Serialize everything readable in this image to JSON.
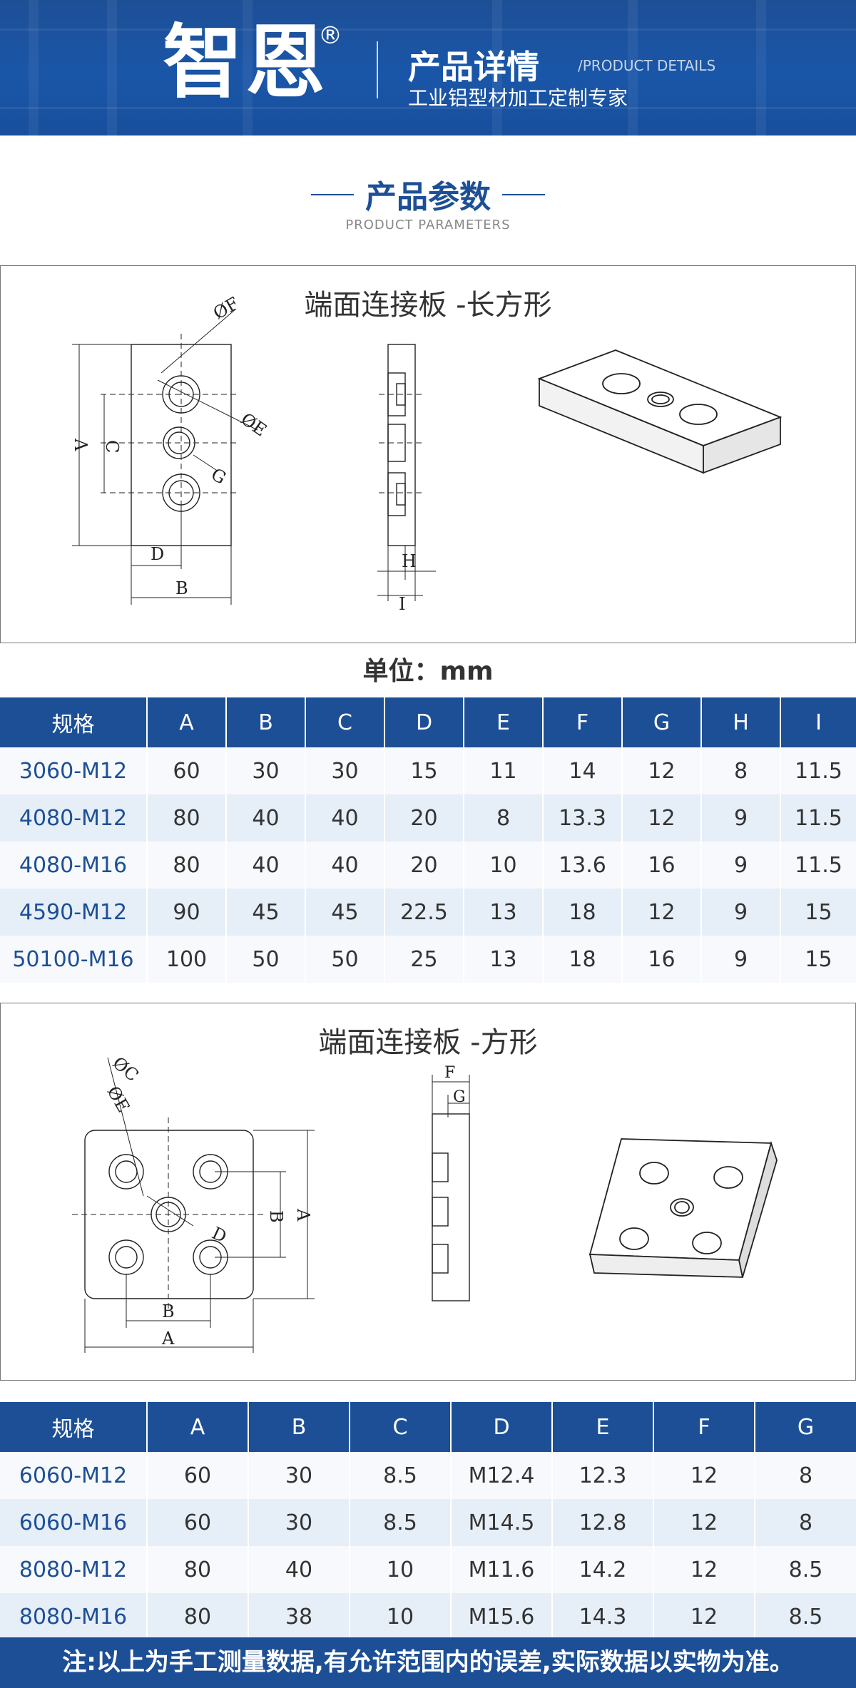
{
  "header": {
    "brand": "智恩",
    "registered": "®",
    "title": "产品详情",
    "title_en": "/PRODUCT DETAILS",
    "subtitle": "工业铝型材加工定制专家"
  },
  "section": {
    "title": "产品参数",
    "title_en": "PRODUCT PARAMETERS"
  },
  "figure1": {
    "caption": "端面连接板 -长方形",
    "labels": {
      "A": "A",
      "B": "B",
      "C": "C",
      "D": "D",
      "E": "ØE",
      "F": "ØF",
      "G": "G",
      "H": "H",
      "I": "I"
    }
  },
  "unit": "单位：mm",
  "table1": {
    "headers": [
      "规格",
      "A",
      "B",
      "C",
      "D",
      "E",
      "F",
      "G",
      "H",
      "I"
    ],
    "rows": [
      [
        "3060-M12",
        "60",
        "30",
        "30",
        "15",
        "11",
        "14",
        "12",
        "8",
        "11.5"
      ],
      [
        "4080-M12",
        "80",
        "40",
        "40",
        "20",
        "8",
        "13.3",
        "12",
        "9",
        "11.5"
      ],
      [
        "4080-M16",
        "80",
        "40",
        "40",
        "20",
        "10",
        "13.6",
        "16",
        "9",
        "11.5"
      ],
      [
        "4590-M12",
        "90",
        "45",
        "45",
        "22.5",
        "13",
        "18",
        "12",
        "9",
        "15"
      ],
      [
        "50100-M16",
        "100",
        "50",
        "50",
        "25",
        "13",
        "18",
        "16",
        "9",
        "15"
      ]
    ]
  },
  "figure2": {
    "caption": "端面连接板 -方形",
    "labels": {
      "A": "A",
      "B": "B",
      "C": "ØC",
      "D": "D",
      "E": "ØE",
      "F": "F",
      "G": "G"
    }
  },
  "table2": {
    "headers": [
      "规格",
      "A",
      "B",
      "C",
      "D",
      "E",
      "F",
      "G"
    ],
    "rows": [
      [
        "6060-M12",
        "60",
        "30",
        "8.5",
        "M12.4",
        "12.3",
        "12",
        "8"
      ],
      [
        "6060-M16",
        "60",
        "30",
        "8.5",
        "M14.5",
        "12.8",
        "12",
        "8"
      ],
      [
        "8080-M12",
        "80",
        "40",
        "10",
        "M11.6",
        "14.2",
        "12",
        "8.5"
      ],
      [
        "8080-M16",
        "80",
        "38",
        "10",
        "M15.6",
        "14.3",
        "12",
        "8.5"
      ]
    ]
  },
  "footer": "注:以上为手工测量数据,有允许范围内的误差,实际数据以实物为准。"
}
